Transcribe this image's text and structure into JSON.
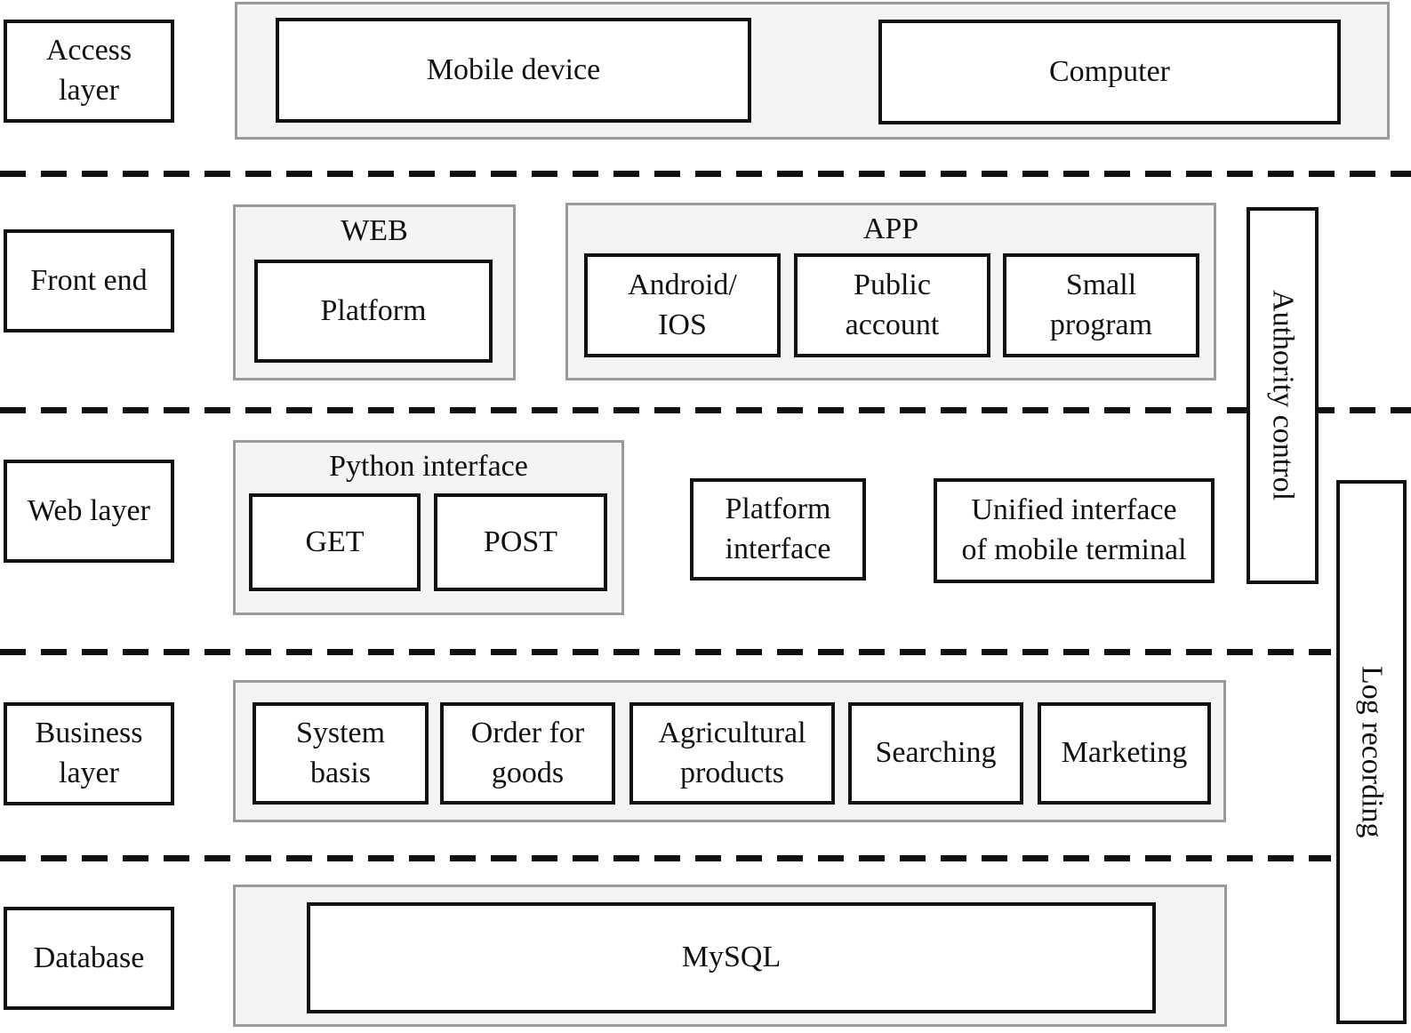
{
  "access": {
    "label": "Access\nlayer",
    "mobile": "Mobile device",
    "computer": "Computer"
  },
  "frontend": {
    "label": "Front end",
    "web_title": "WEB",
    "platform": "Platform",
    "app_title": "APP",
    "android": "Android/\nIOS",
    "public_account": "Public\naccount",
    "small_program": "Small\nprogram"
  },
  "weblayer": {
    "label": "Web layer",
    "python_title": "Python interface",
    "get": "GET",
    "post": "POST",
    "platform_interface": "Platform\ninterface",
    "unified_interface": "Unified interface\nof mobile terminal"
  },
  "business": {
    "label": "Business\nlayer",
    "modules": [
      "System\nbasis",
      "Order for\ngoods",
      "Agricultural\nproducts",
      "Searching",
      "Marketing"
    ]
  },
  "database": {
    "label": "Database",
    "mysql": "MySQL"
  },
  "sidebars": {
    "authority": "Authority control",
    "log": "Log recording"
  },
  "colors": {
    "container_fill": "#f4f4f4",
    "container_border": "#9a9a9a",
    "box_border": "#111111",
    "background": "#ffffff"
  }
}
